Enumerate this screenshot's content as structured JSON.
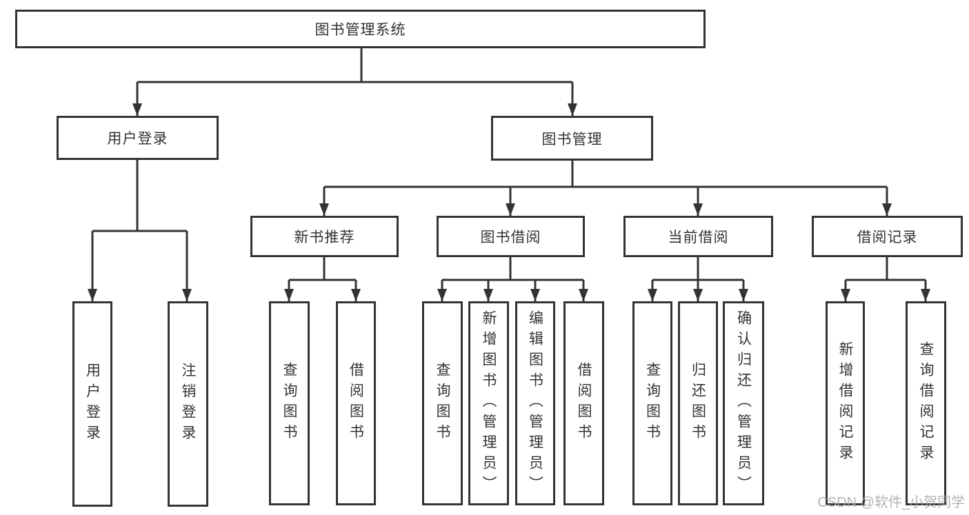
{
  "diagram": {
    "type": "tree",
    "nodes": {
      "root": "图书管理系统",
      "userLogin": {
        "label": "用户登录",
        "children": [
          "用户登录",
          "注销登录"
        ]
      },
      "bookMgmt": {
        "label": "图书管理"
      },
      "newBook": {
        "label": "新书推荐",
        "children": [
          "查询图书",
          "借阅图书"
        ]
      },
      "bookBorrow": {
        "label": "图书借阅",
        "children": [
          "查询图书",
          "新增图书（管理员）",
          "编辑图书（管理员）",
          "借阅图书"
        ]
      },
      "currentBorrow": {
        "label": "当前借阅",
        "children": [
          "查询图书",
          "归还图书",
          "确认归还（管理员）"
        ]
      },
      "borrowRecords": {
        "label": "借阅记录",
        "children": [
          "新增借阅记录",
          "查询借阅记录"
        ]
      }
    },
    "colors": {
      "line": "#333333",
      "box_border": "#333333",
      "text": "#333333",
      "background": "#ffffff",
      "watermark": "#ababab"
    }
  },
  "watermark": "CSDN @软件_小贺同学"
}
